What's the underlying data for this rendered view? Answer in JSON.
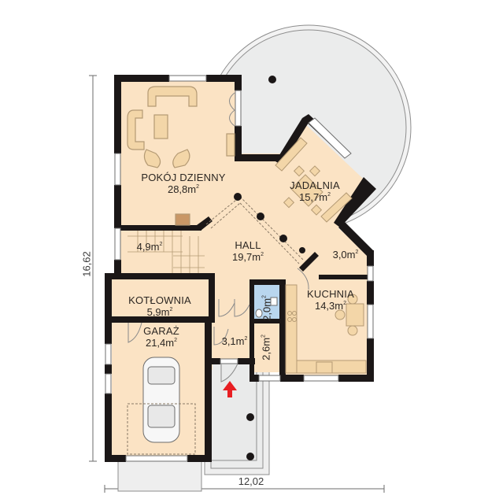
{
  "plan": {
    "colors": {
      "room_fill": "#fbe3c4",
      "wall": "#1b1717",
      "terrace_fill": "#eceded",
      "bathroom_fill": "#b9d6ee",
      "furniture_fill": "#f3d6a8",
      "furniture_stroke": "#b49a74",
      "entrance_arrow": "#e81e22",
      "dimension_line": "#6b6b6b"
    },
    "rooms": [
      {
        "id": "pokoj_dzienny",
        "name": "POKÓJ DZIENNY",
        "area": "28,8m",
        "unit_sup": "2"
      },
      {
        "id": "jadalnia",
        "name": "JADALNIA",
        "area": "15,7m",
        "unit_sup": "2"
      },
      {
        "id": "hall",
        "name": "HALL",
        "area": "19,7m",
        "unit_sup": "2"
      },
      {
        "id": "stairs",
        "name": "",
        "area": "4,9m",
        "unit_sup": "2"
      },
      {
        "id": "spizarnia",
        "name": "",
        "area": "3,0m",
        "unit_sup": "2"
      },
      {
        "id": "kuchnia",
        "name": "KUCHNIA",
        "area": "14,3m",
        "unit_sup": "2"
      },
      {
        "id": "kotlownia",
        "name": "KOTŁOWNIA",
        "area": "5,9m",
        "unit_sup": "2"
      },
      {
        "id": "garaz",
        "name": "GARAŻ",
        "area": "21,4m",
        "unit_sup": "2"
      },
      {
        "id": "wc",
        "name": "",
        "area": "2,0m",
        "unit_sup": "2"
      },
      {
        "id": "wiatrolap",
        "name": "",
        "area": "3,1m",
        "unit_sup": "2"
      },
      {
        "id": "garderoba",
        "name": "",
        "area": "2,6m",
        "unit_sup": "2"
      }
    ],
    "dimensions": {
      "height": "16,62",
      "width": "12,02"
    },
    "entrance_icon": "red-up-arrow"
  }
}
